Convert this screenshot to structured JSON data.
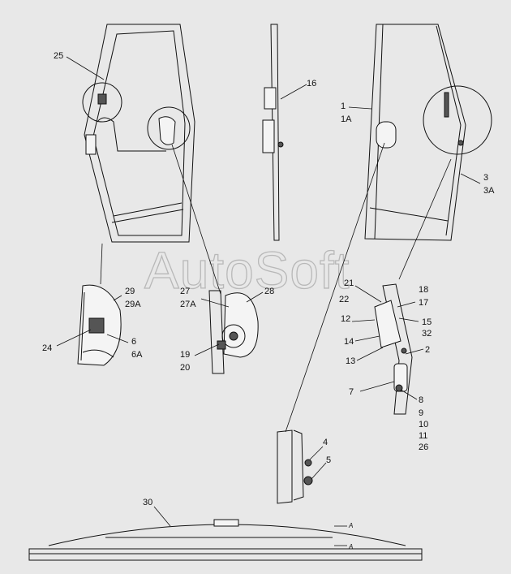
{
  "watermark": "AutoSoft",
  "callouts": [
    {
      "id": "c25",
      "text": "25"
    },
    {
      "id": "c16",
      "text": "16"
    },
    {
      "id": "c1",
      "text": "1"
    },
    {
      "id": "c1a",
      "text": "1A"
    },
    {
      "id": "c3",
      "text": "3"
    },
    {
      "id": "c3a",
      "text": "3A"
    },
    {
      "id": "c29",
      "text": "29"
    },
    {
      "id": "c29a",
      "text": "29A"
    },
    {
      "id": "c24",
      "text": "24"
    },
    {
      "id": "c6",
      "text": "6"
    },
    {
      "id": "c6a",
      "text": "6A"
    },
    {
      "id": "c27",
      "text": "27"
    },
    {
      "id": "c27a",
      "text": "27A"
    },
    {
      "id": "c28",
      "text": "28"
    },
    {
      "id": "c19",
      "text": "19"
    },
    {
      "id": "c20",
      "text": "20"
    },
    {
      "id": "c21",
      "text": "21"
    },
    {
      "id": "c22",
      "text": "22"
    },
    {
      "id": "c12",
      "text": "12"
    },
    {
      "id": "c14",
      "text": "14"
    },
    {
      "id": "c13",
      "text": "13"
    },
    {
      "id": "c18",
      "text": "18"
    },
    {
      "id": "c17",
      "text": "17"
    },
    {
      "id": "c15",
      "text": "15"
    },
    {
      "id": "c32",
      "text": "32"
    },
    {
      "id": "c2",
      "text": "2"
    },
    {
      "id": "c7",
      "text": "7"
    },
    {
      "id": "c8",
      "text": "8"
    },
    {
      "id": "c9",
      "text": "9"
    },
    {
      "id": "c10",
      "text": "10"
    },
    {
      "id": "c11",
      "text": "11"
    },
    {
      "id": "c26",
      "text": "26"
    },
    {
      "id": "c4",
      "text": "4"
    },
    {
      "id": "c5",
      "text": "5"
    },
    {
      "id": "c30",
      "text": "30"
    },
    {
      "id": "cA1",
      "text": "A"
    },
    {
      "id": "cA2",
      "text": "A"
    }
  ]
}
